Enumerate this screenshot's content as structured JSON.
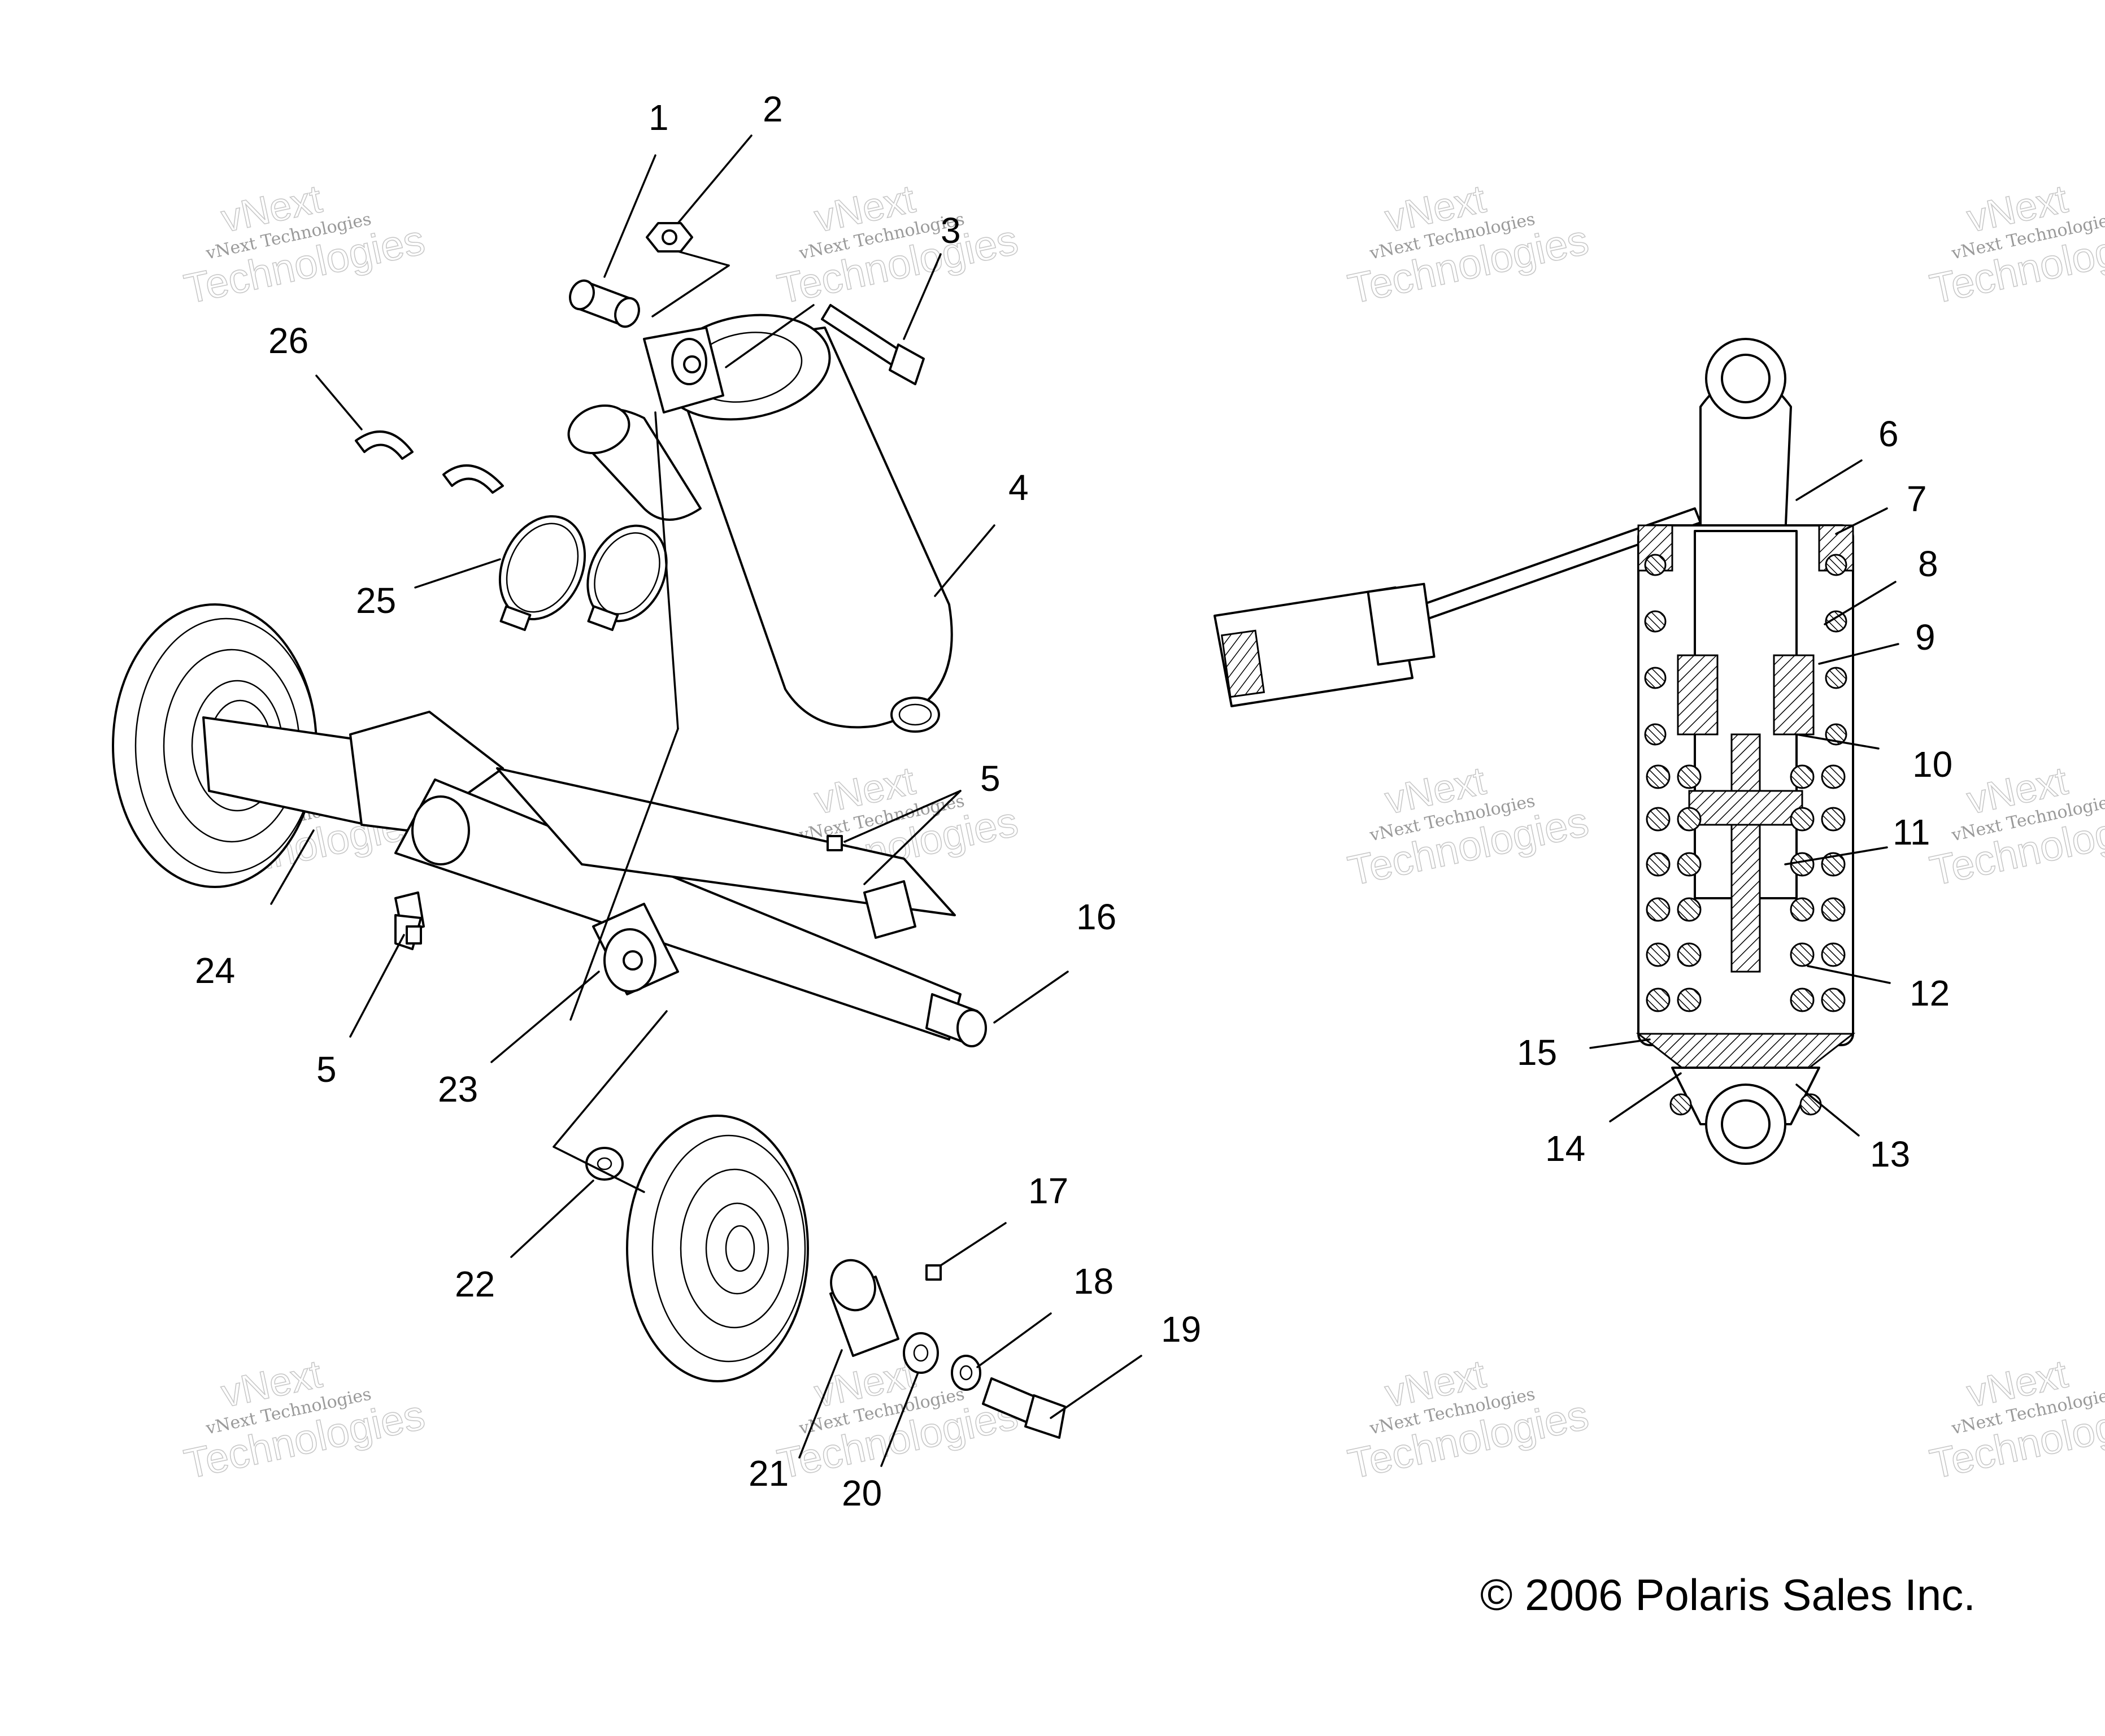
{
  "callouts": {
    "c1": "1",
    "c2": "2",
    "c3": "3",
    "c4": "4",
    "c5a": "5",
    "c5b": "5",
    "c6": "6",
    "c7": "7",
    "c8": "8",
    "c9": "9",
    "c10": "10",
    "c11": "11",
    "c12": "12",
    "c13": "13",
    "c14": "14",
    "c15": "15",
    "c16": "16",
    "c17": "17",
    "c18": "18",
    "c19": "19",
    "c20": "20",
    "c21": "21",
    "c22": "22",
    "c23": "23",
    "c24": "24",
    "c25": "25",
    "c26": "26"
  },
  "watermark": {
    "brand": "vNext",
    "line1": "vNext Technologies",
    "line2": "Technologies"
  },
  "copyright": "© 2006 Polaris Sales Inc."
}
